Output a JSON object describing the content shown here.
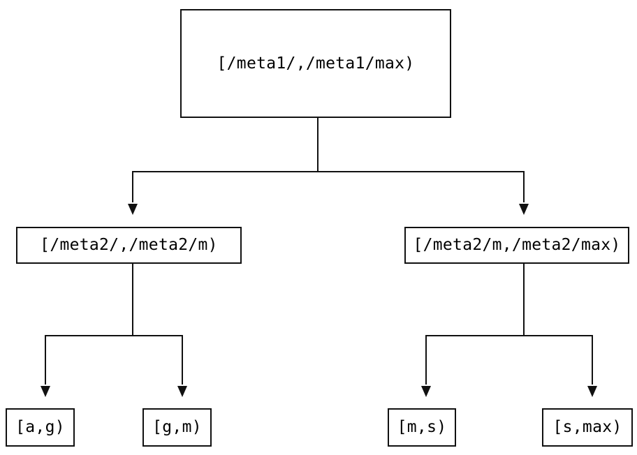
{
  "diagram": {
    "type": "tree",
    "description": "Binary range-partition tree of key intervals",
    "nodes": {
      "root": {
        "id": "root",
        "label": "[/meta1/,/meta1/max)"
      },
      "left_mid": {
        "id": "left_mid",
        "label": "[/meta2/,/meta2/m)"
      },
      "right_mid": {
        "id": "right_mid",
        "label": "[/meta2/m,/meta2/max)"
      },
      "leaf_ag": {
        "id": "leaf_ag",
        "label": "[a,g)"
      },
      "leaf_gm": {
        "id": "leaf_gm",
        "label": "[g,m)"
      },
      "leaf_ms": {
        "id": "leaf_ms",
        "label": "[m,s)"
      },
      "leaf_smax": {
        "id": "leaf_smax",
        "label": "[s,max)"
      }
    },
    "edges": [
      {
        "from": "root",
        "to": "left_mid"
      },
      {
        "from": "root",
        "to": "right_mid"
      },
      {
        "from": "left_mid",
        "to": "leaf_ag"
      },
      {
        "from": "left_mid",
        "to": "leaf_gm"
      },
      {
        "from": "right_mid",
        "to": "leaf_ms"
      },
      {
        "from": "right_mid",
        "to": "leaf_smax"
      }
    ],
    "colors": {
      "background": "#ffffff",
      "node_fill": "#ffffff",
      "node_border": "#111111",
      "line": "#111111",
      "text": "#000000"
    }
  }
}
